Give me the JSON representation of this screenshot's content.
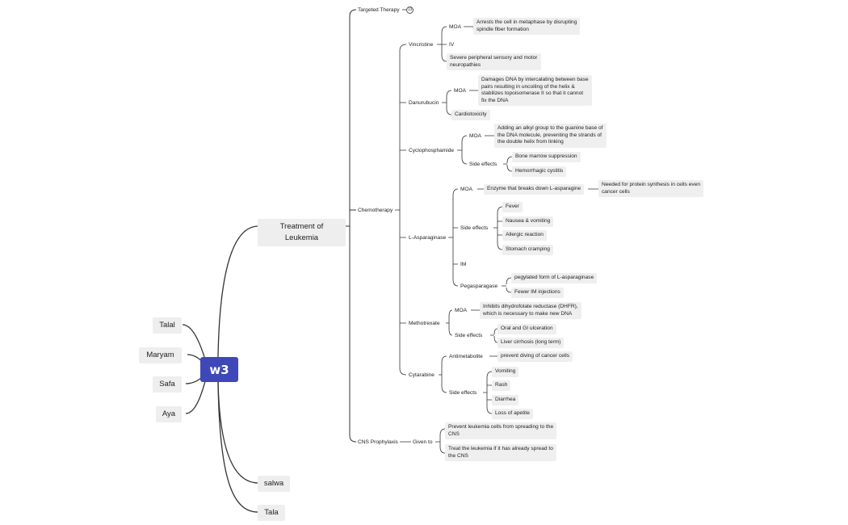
{
  "root": {
    "label": "w3"
  },
  "main_topics": {
    "treatment": "Treatment of Leukemia",
    "salwa": "salwa",
    "tala": "Tala"
  },
  "left_topics": {
    "talal": "Talal",
    "maryam": "Maryam",
    "safa": "Safa",
    "aya": "Aya"
  },
  "branches": {
    "targeted": {
      "label": "Targeted Therapy",
      "collapsed_count": "13"
    },
    "chemo": "Chemotherapy",
    "cns": "CNS Prophylaxis"
  },
  "vincristine": {
    "label": "Vincristine",
    "moa": "MOA",
    "moa_text": "Arrests the cell in metaphase by disrupting\nspindle fiber formation",
    "iv": "IV",
    "side": "Severe peripheral sensory and motor\nneuropathies"
  },
  "danurubucin": {
    "label": "Danurubucin",
    "moa": "MOA",
    "moa_text": "Damages DNA by intercalating between base\npairs resulting in uncoiling of the helix &\nstabilizes topoisomerase II so that it cannot\nfix the DNA",
    "cardio": "Cardiotoxicity"
  },
  "cyclophosphamide": {
    "label": "Cyclophosphamide",
    "moa": "MOA",
    "moa_text": "Adding an alkyl group to the guanine base of\nthe DNA molecule, preventing the strands of\nthe double helix from linking",
    "side": "Side effects",
    "bone": "Bone marrow suppression",
    "hemo": "Hemorrhagic cystitis"
  },
  "asparaginase": {
    "label": "L-Asparaginase",
    "moa": "MOA",
    "moa_text": "Enzyme that breaks down L-asparagine",
    "moa_detail": "Needed for protein synthesis in cells even\ncancer cells",
    "side": "Side effects",
    "fever": "Fever",
    "nausea": "Nausea & vomiting",
    "allergic": "Allergic reaction",
    "stomach": "Stomach cramping",
    "im": "IM",
    "peg": "Pegasparagase",
    "peg_form": "pegylated form of L-asparaginase",
    "peg_inj": "Fewer IM injections"
  },
  "methotrexate": {
    "label": "Methotrexate",
    "moa": "MOA",
    "moa_text": "Inhibits dihydrofolate reductase (DHFR),\nwhich is necessary to make new DNA",
    "side": "Side effects",
    "oral": "Oral and GI ulceration",
    "liver": "Liver cirrhosis (long term)"
  },
  "cytarabine": {
    "label": "Cytarabine",
    "anti": "Antimetabolite",
    "anti_text": "prevent diving of cancer cells",
    "side": "Side effects",
    "vomit": "Vomiting",
    "rash": "Rash",
    "diarrhea": "Diarrhea",
    "appetite": "Loss of apetite"
  },
  "cns": {
    "given": "Given to",
    "prevent": "Prevent leukemia cells from spreading to the\nCNS",
    "treat": "Treat the leukemia if it has already spread to\nthe CNS"
  },
  "colors": {
    "root": "#3f48b8",
    "node_bg": "#efefef",
    "line": "#333333"
  }
}
